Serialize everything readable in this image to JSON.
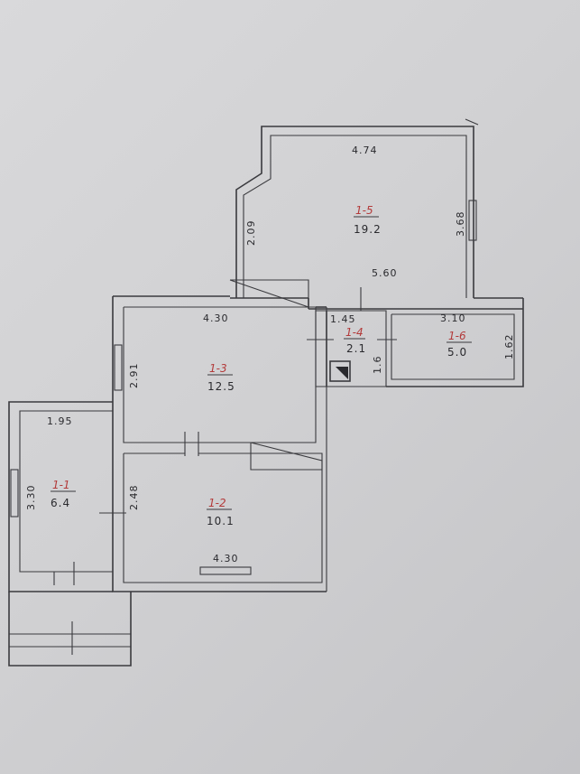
{
  "rooms": [
    {
      "id": "r5",
      "number": "1-5",
      "area": "19.2"
    },
    {
      "id": "r3",
      "number": "1-3",
      "area": "12.5"
    },
    {
      "id": "r2",
      "number": "1-2",
      "area": "10.1"
    },
    {
      "id": "r1",
      "number": "1-1",
      "area": "6.4"
    },
    {
      "id": "r4",
      "number": "1-4",
      "area": "2.1"
    },
    {
      "id": "r6",
      "number": "1-6",
      "area": "5.0"
    }
  ],
  "dimensions": {
    "r5_top": "4.74",
    "r5_left": "2.09",
    "r5_right": "3.68",
    "r5_bottom": "5.60",
    "r3_top": "4.30",
    "r3_left": "2.91",
    "r4_top": "1.45",
    "r4_right": "1.6",
    "r6_top": "3.10",
    "r6_right": "1.62",
    "r1_top": "1.95",
    "r1_left": "3.30",
    "r2_left": "2.48",
    "r2_bottom": "4.30"
  }
}
